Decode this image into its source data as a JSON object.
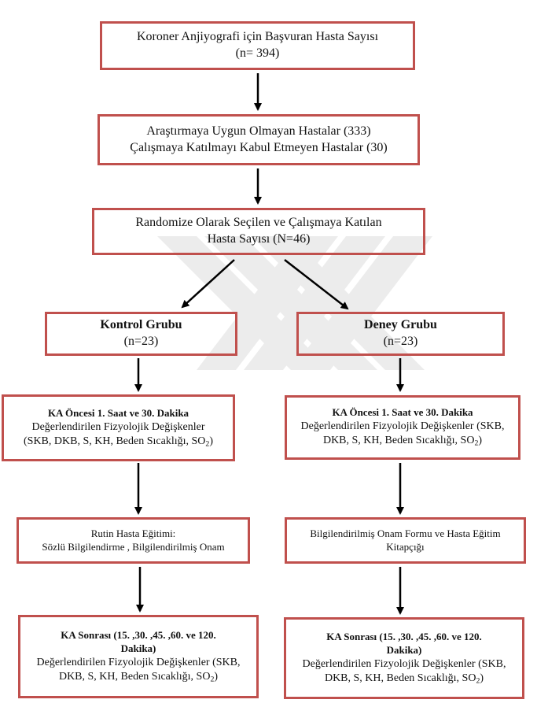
{
  "box_total": {
    "line1": "Koroner Anjiyografi için Başvuran Hasta Sayısı",
    "line2": "(n= 394)"
  },
  "box_excluded": {
    "line1": "Araştırmaya Uygun Olmayan Hastalar (333)",
    "line2": "Çalışmaya Katılmayı Kabul Etmeyen Hastalar (30)"
  },
  "box_randomized": {
    "line1": "Randomize Olarak Seçilen ve Çalışmaya Katılan",
    "line2": "Hasta Sayısı (N=46)"
  },
  "control_group": {
    "title": "Kontrol Grubu",
    "count": "(n=23)",
    "pre_title": "KA Öncesi 1. Saat ve 30. Dakika",
    "pre_line1": "Değerlendirilen Fizyolojik Değişkenler",
    "pre_line2_main": "(SKB, DKB, S, KH, Beden Sıcaklığı, SO",
    "pre_line2_sub": "2",
    "pre_line2_end": ")",
    "education_line1": "Rutin Hasta Eğitimi:",
    "education_line2": "Sözlü Bilgilendirme , Bilgilendirilmiş Onam",
    "post_title_line1": "KA Sonrası (15. ,30. ,45. ,60. ve 120.",
    "post_title_line2": "Dakika)",
    "post_line1": "Değerlendirilen Fizyolojik Değişkenler (SKB,",
    "post_line2_main": "DKB, S, KH, Beden Sıcaklığı, SO",
    "post_line2_sub": "2",
    "post_line2_end": ")"
  },
  "experimental_group": {
    "title": "Deney Grubu",
    "count": "(n=23)",
    "pre_title": "KA Öncesi 1. Saat ve 30. Dakika",
    "pre_line1": "Değerlendirilen Fizyolojik Değişkenler (SKB,",
    "pre_line2_main": "DKB, S, KH, Beden Sıcaklığı, SO",
    "pre_line2_sub": "2",
    "pre_line2_end": ")",
    "education_line1": "Bilgilendirilmiş Onam Formu ve Hasta Eğitim",
    "education_line2": "Kitapçığı",
    "post_title_line1": "KA Sonrası (15. ,30. ,45. ,60. ve 120.",
    "post_title_line2": "Dakika)",
    "post_line1": "Değerlendirilen Fizyolojik Değişkenler (SKB,",
    "post_line2_main": "DKB, S, KH, Beden Sıcaklığı, SO",
    "post_line2_sub": "2",
    "post_line2_end": ")"
  },
  "colors": {
    "box_border": "#c0504d",
    "arrow": "#000000",
    "watermark": "#ececec"
  }
}
